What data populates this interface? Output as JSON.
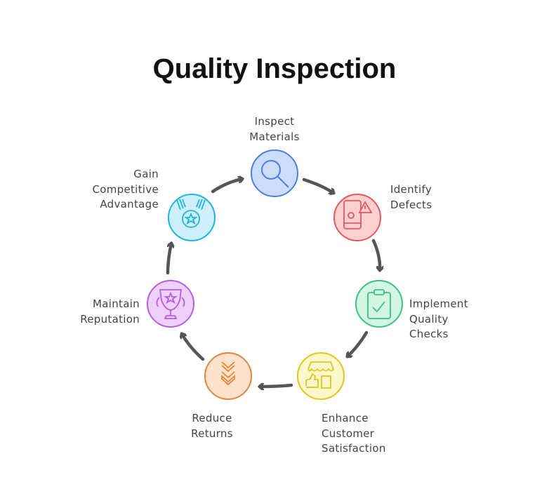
{
  "title": "Quality Inspection",
  "steps": [
    {
      "lines": [
        "Inspect",
        "Materials"
      ],
      "icon": "magnifier-icon",
      "color": "#4a7fe0",
      "fill": "#cddcfb"
    },
    {
      "lines": [
        "Identify",
        "Defects"
      ],
      "icon": "phone-bug-warning-icon",
      "color": "#e05a5a",
      "fill": "#fcd0d0"
    },
    {
      "lines": [
        "Implement",
        "Quality",
        "Checks"
      ],
      "icon": "clipboard-check-icon",
      "color": "#3ec07e",
      "fill": "#d3f5e3"
    },
    {
      "lines": [
        "Enhance",
        "Customer",
        "Satisfaction"
      ],
      "icon": "store-thumbs-up-icon",
      "color": "#e3c51a",
      "fill": "#fdf7cc"
    },
    {
      "lines": [
        "Reduce",
        "Returns"
      ],
      "icon": "chevrons-down-icon",
      "color": "#e5843a",
      "fill": "#fde2cc"
    },
    {
      "lines": [
        "Maintain",
        "Reputation"
      ],
      "icon": "trophy-icon",
      "color": "#b45ee0",
      "fill": "#efd0fb"
    },
    {
      "lines": [
        "Gain",
        "Competitive",
        "Advantage"
      ],
      "icon": "medal-icon",
      "color": "#1eb4e0",
      "fill": "#cff0fb"
    }
  ],
  "arrow_color": "#555555"
}
